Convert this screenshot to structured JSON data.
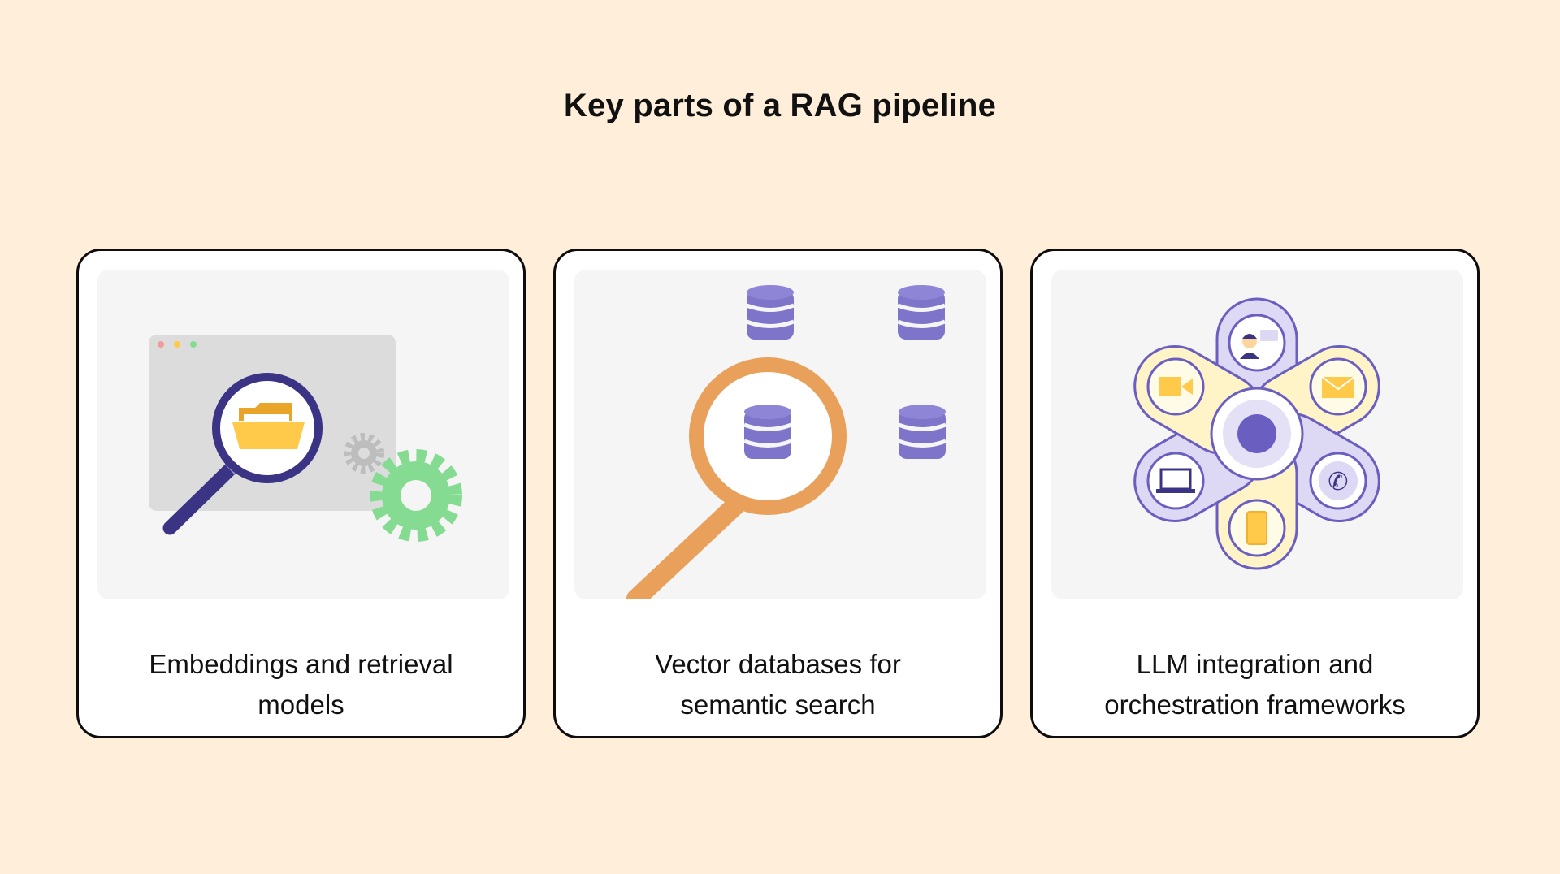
{
  "title": "Key parts of a RAG pipeline",
  "cards": [
    {
      "caption_lines": [
        "Embeddings and retrieval",
        "models"
      ],
      "icons": [
        "browser-window",
        "magnifier-icon",
        "folder-icon",
        "gear-icon"
      ]
    },
    {
      "caption_lines": [
        "Vector databases for",
        "semantic search"
      ],
      "icons": [
        "database-icon",
        "magnifier-icon"
      ]
    },
    {
      "caption_lines": [
        "LLM integration and",
        "orchestration frameworks"
      ],
      "icons": [
        "hub-icon",
        "agent-icon",
        "email-icon",
        "phone-icon",
        "mobile-icon",
        "laptop-icon",
        "video-icon"
      ]
    }
  ],
  "colors": {
    "background": "#FFEEDA",
    "indigo": "#3B3484",
    "lavender": "#7E74C9",
    "orange": "#E8A05A",
    "yellow": "#FFC94A",
    "green": "#86DB92"
  }
}
